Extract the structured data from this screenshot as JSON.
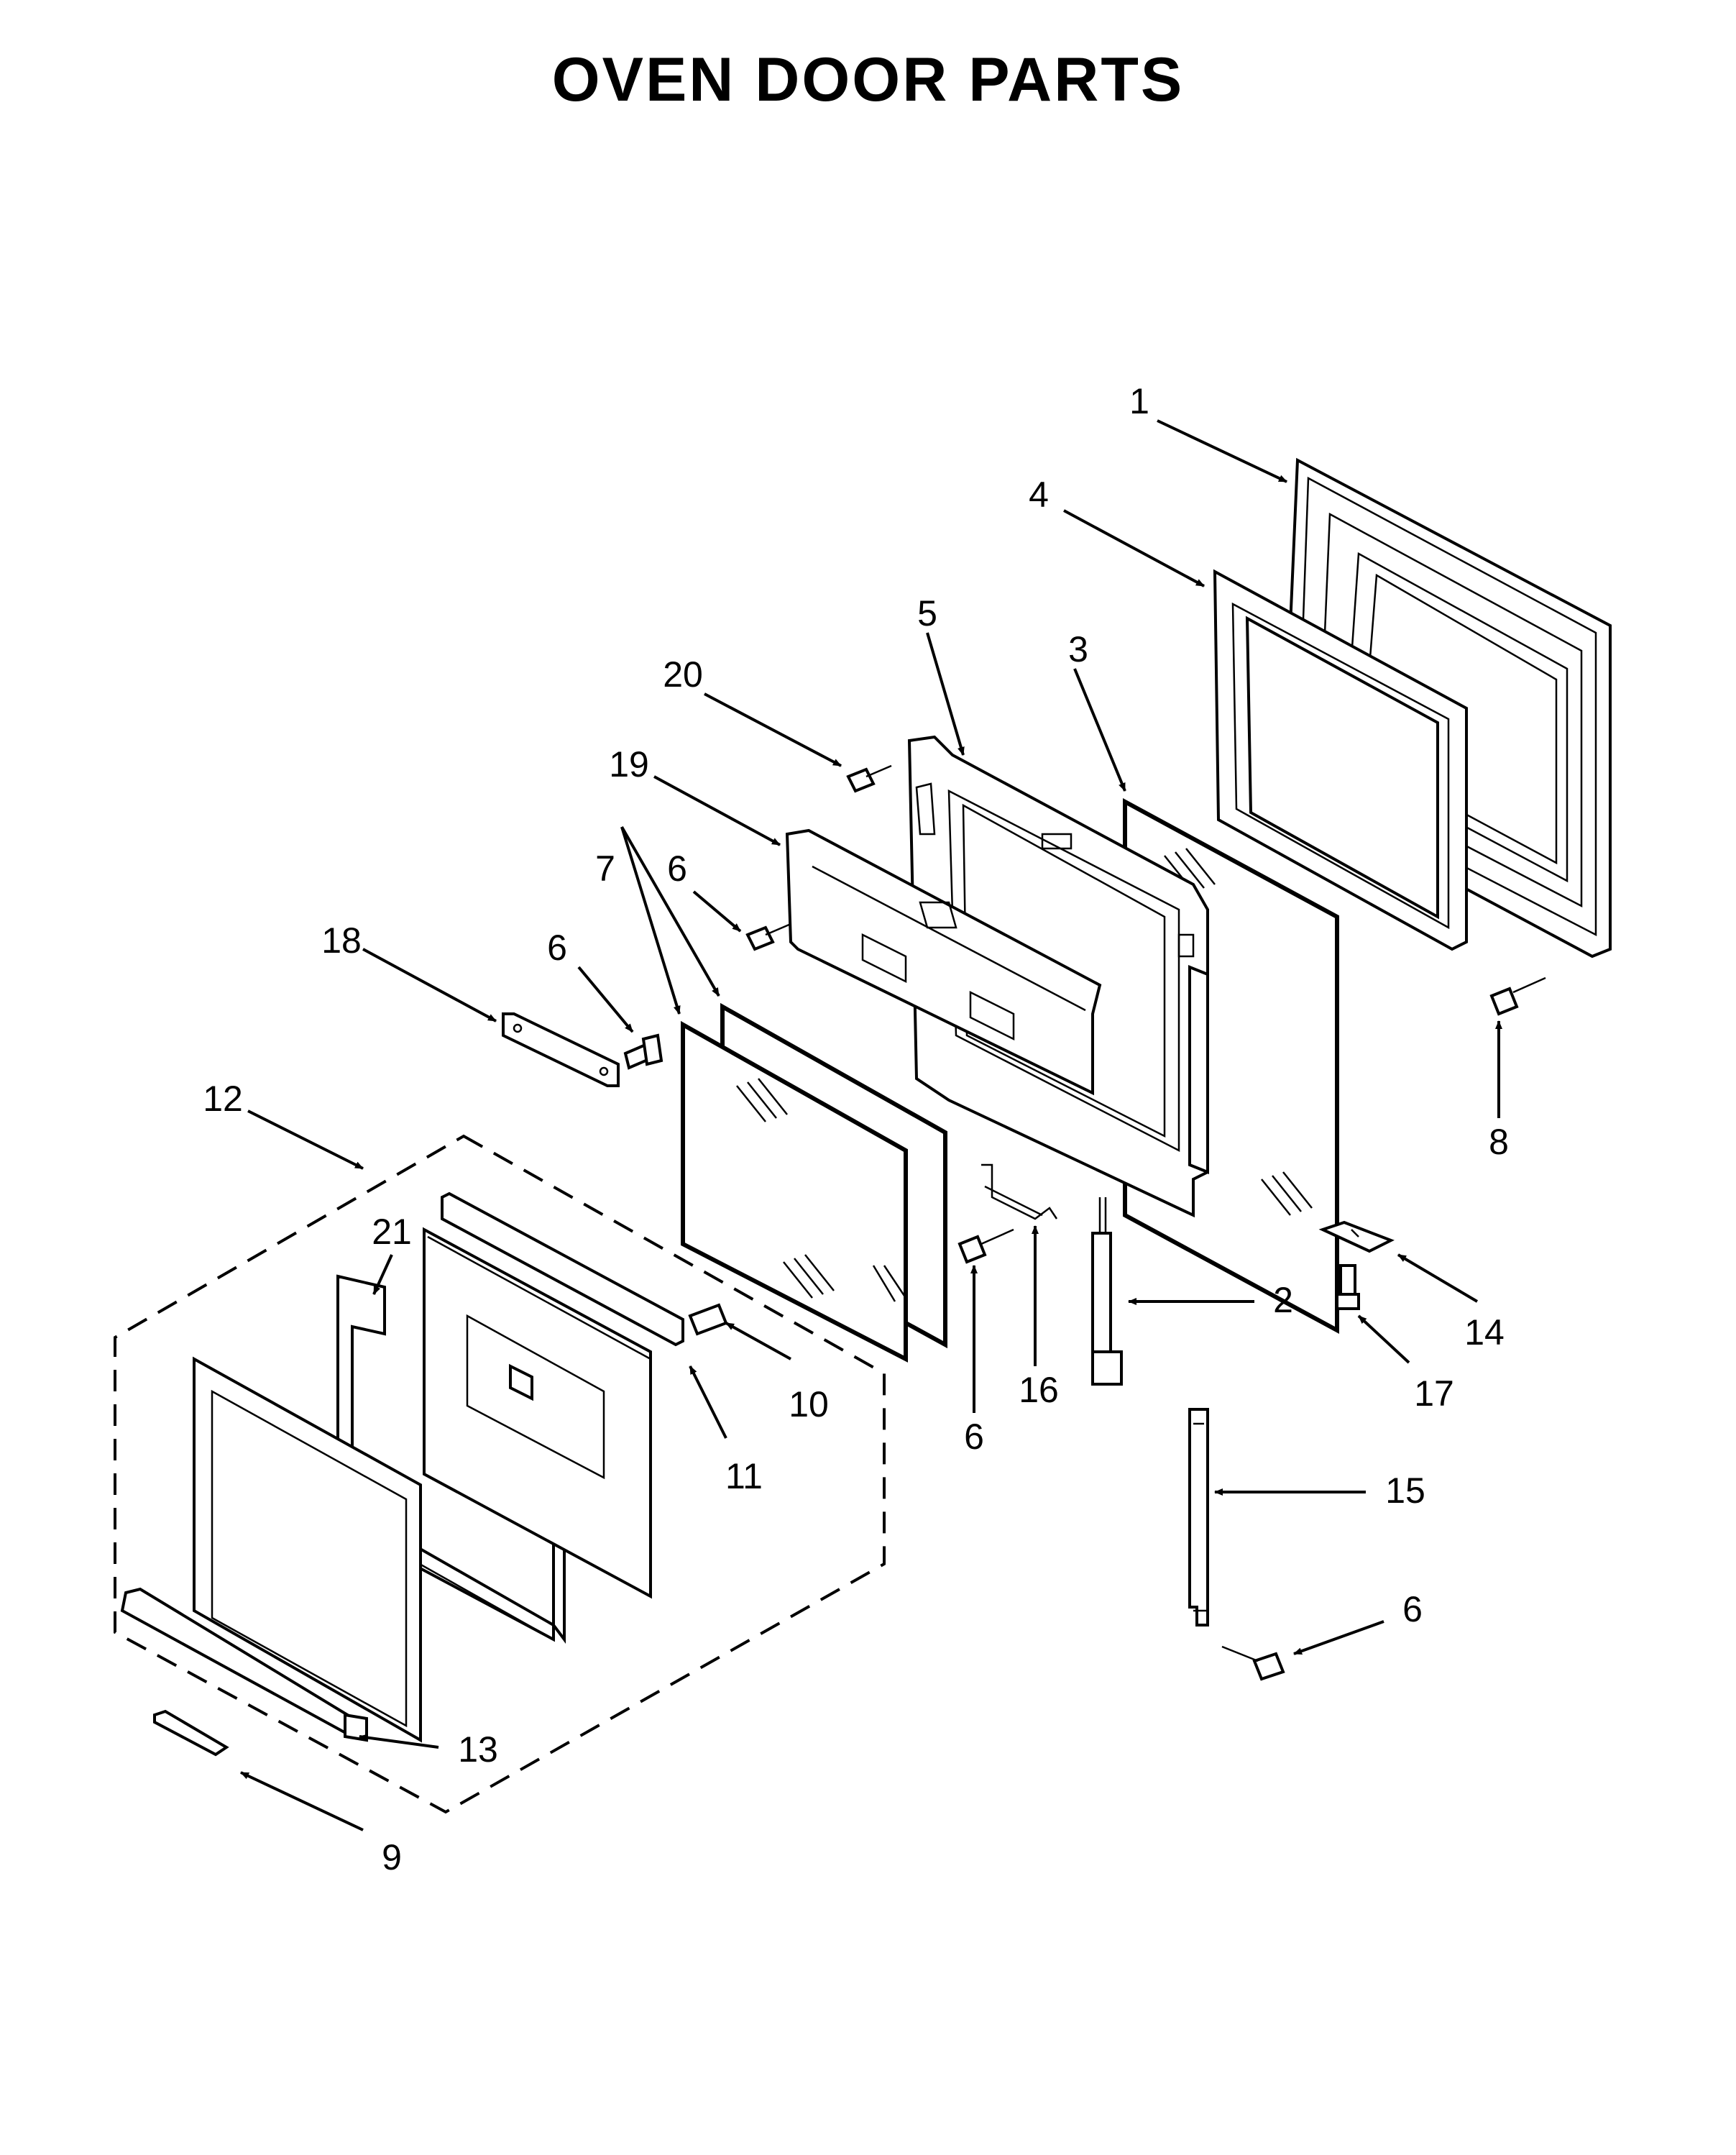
{
  "title": "OVEN DOOR PARTS",
  "callouts": {
    "c1": "1",
    "c2": "2",
    "c3": "3",
    "c4": "4",
    "c5": "5",
    "c6a": "6",
    "c6b": "6",
    "c6c": "6",
    "c6d": "6",
    "c7": "7",
    "c8": "8",
    "c9": "9",
    "c10": "10",
    "c11": "11",
    "c12": "12",
    "c13": "13",
    "c14": "14",
    "c15": "15",
    "c16": "16",
    "c17": "17",
    "c18": "18",
    "c19": "19",
    "c20": "20",
    "c21": "21"
  },
  "colors": {
    "line": "#000000",
    "background": "#ffffff"
  }
}
